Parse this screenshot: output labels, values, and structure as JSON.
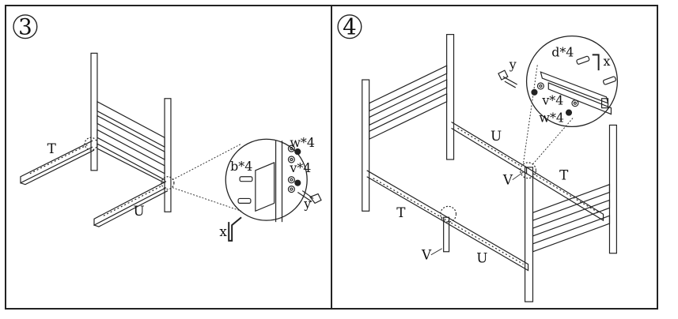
{
  "steps": [
    {
      "number": "3",
      "labels": {
        "t": "T",
        "u": "U",
        "b": "b*4",
        "w": "w*4",
        "v": "v*4",
        "y": "y",
        "x": "x"
      }
    },
    {
      "number": "4",
      "labels": {
        "d": "d*4",
        "x": "x",
        "y": "y",
        "v_hw": "v*4",
        "w": "w*4",
        "u_top": "U",
        "t_right": "T",
        "v_mid": "V",
        "t_left": "T",
        "v_low": "V",
        "u_bottom": "U"
      }
    }
  ],
  "colors": {
    "line": "#222222",
    "background": "#ffffff"
  },
  "icons": [
    "allen-key-icon",
    "wrench-icon",
    "bolt-icon",
    "washer-icon",
    "nut-icon"
  ]
}
